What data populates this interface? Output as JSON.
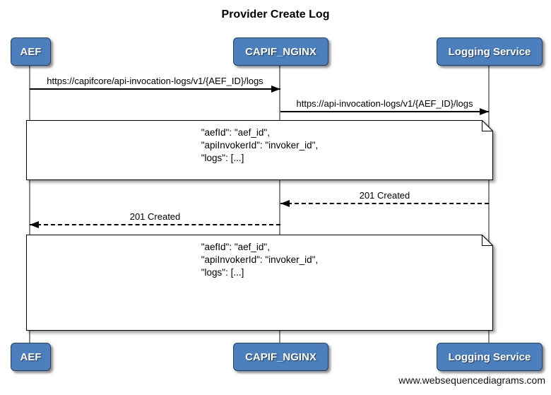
{
  "title": "Provider Create Log",
  "footer": "www.websequencediagrams.com",
  "actors": [
    {
      "id": "aef",
      "label": "AEF"
    },
    {
      "id": "capif_nginx",
      "label": "CAPIF_NGINX"
    },
    {
      "id": "logging_service",
      "label": "Logging Service"
    }
  ],
  "messages": [
    {
      "from": "AEF",
      "to": "CAPIF_NGINX",
      "style": "solid",
      "label": "https://capifcore/api-invocation-logs/v1/{AEF_ID}/logs"
    },
    {
      "from": "CAPIF_NGINX",
      "to": "Logging Service",
      "style": "solid",
      "label": "https://api-invocation-logs/v1/{AEF_ID}/logs"
    },
    {
      "from": "Logging Service",
      "to": "CAPIF_NGINX",
      "style": "dashed",
      "label": "201 Created"
    },
    {
      "from": "CAPIF_NGINX",
      "to": "AEF",
      "style": "dashed",
      "label": "201 Created"
    }
  ],
  "notes": [
    {
      "position": "after request messages",
      "lines": [
        "\"aefId\": \"aef_id\",",
        "\"apiInvokerId\": \"invoker_id\",",
        "\"logs\": [...]"
      ]
    },
    {
      "position": "after response messages",
      "lines": [
        "\"aefId\": \"aef_id\",",
        "\"apiInvokerId\": \"invoker_id\",",
        "\"logs\": [...]"
      ]
    }
  ],
  "colors": {
    "actor_fill": "#4c7fbe",
    "actor_border": "#243e66",
    "actor_text": "#ffffff",
    "lifeline": "#8a8a8a",
    "arrow": "#000000",
    "note_fill": "#ffffff",
    "note_border": "#000000"
  }
}
